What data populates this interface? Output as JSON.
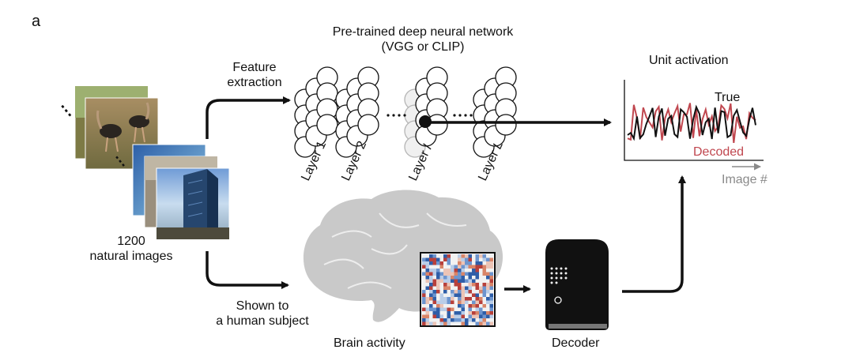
{
  "panel_label": "a",
  "network": {
    "title_line1": "Pre-trained deep neural network",
    "title_line2": "(VGG or CLIP)",
    "layers": [
      "Layer 1",
      "Layer 2",
      "Layer l",
      "Layer L"
    ]
  },
  "images": {
    "count_label": "1200",
    "caption": "natural images",
    "ellipsis": "⋮"
  },
  "arrows": {
    "feature_line1": "Feature",
    "feature_line2": "extraction",
    "shown_line1": "Shown to",
    "shown_line2": "a human subject"
  },
  "activation": {
    "title": "Unit activation",
    "true_label": "True",
    "decoded_label": "Decoded",
    "xlabel": "Image #"
  },
  "brain": {
    "label": "Brain activity"
  },
  "decoder": {
    "label": "Decoder"
  },
  "colors": {
    "true_line": "#111111",
    "decoded_line": "#c0474f",
    "brain": "#c9c9c9",
    "decoder_body": "#111111",
    "xlabel": "#8a8a8a"
  }
}
